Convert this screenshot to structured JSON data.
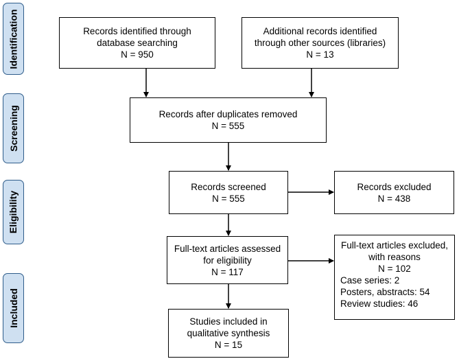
{
  "stages": {
    "identification": "Identification",
    "screening": "Screening",
    "eligibility": "Eligibility",
    "included": "Included"
  },
  "boxes": {
    "database_search": {
      "line1": "Records identified through",
      "line2": "database searching",
      "line3": "N = 950"
    },
    "other_sources": {
      "line1": "Additional records identified",
      "line2": "through other sources (libraries)",
      "line3": "N = 13"
    },
    "duplicates_removed": {
      "line1": "Records after duplicates removed",
      "line2": "N = 555"
    },
    "screened": {
      "line1": "Records screened",
      "line2": "N = 555"
    },
    "excluded": {
      "line1": "Records excluded",
      "line2": "N = 438"
    },
    "full_text_assessed": {
      "line1": "Full-text articles assessed",
      "line2": "for eligibility",
      "line3": "N = 117"
    },
    "full_text_excluded": {
      "line1": "Full-text articles excluded,",
      "line2": "with reasons",
      "line3": "N = 102",
      "reasons": [
        "Case series: 2",
        "Posters, abstracts: 54",
        "Review studies: 46"
      ]
    },
    "included": {
      "line1": "Studies included in",
      "line2": "qualitative synthesis",
      "line3": "N = 15"
    }
  },
  "colors": {
    "stage_fill": "#cfe0f1",
    "stage_border": "#2e5c8a",
    "box_border": "#000000",
    "arrow": "#000000"
  }
}
